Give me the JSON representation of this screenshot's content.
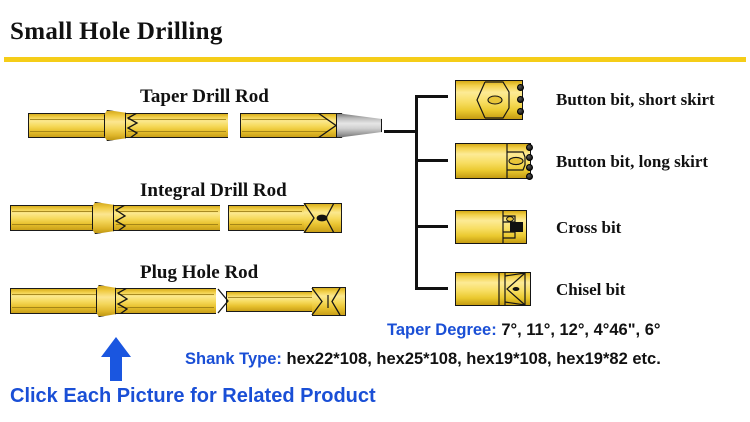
{
  "header": {
    "title": "Small Hole Drilling",
    "rule_color": "#f5cd18"
  },
  "rods": [
    {
      "id": "taper-drill-rod",
      "label": "Taper Drill Rod"
    },
    {
      "id": "integral-drill-rod",
      "label": "Integral Drill Rod"
    },
    {
      "id": "plug-hole-rod",
      "label": "Plug Hole Rod"
    }
  ],
  "bits": [
    {
      "id": "button-bit-short-skirt",
      "label": "Button bit, short skirt"
    },
    {
      "id": "button-bit-long-skirt",
      "label": "Button bit, long skirt"
    },
    {
      "id": "cross-bit",
      "label": "Cross bit"
    },
    {
      "id": "chisel-bit",
      "label": "Chisel bit"
    }
  ],
  "specs": [
    {
      "id": "taper-degree",
      "key": "Taper Degree:",
      "value": "7°, 11°, 12°,  4°46\", 6°"
    },
    {
      "id": "shank-type",
      "key": "Shank Type:",
      "value": "hex22*108, hex25*108, hex19*108, hex19*82 etc."
    }
  ],
  "cta": {
    "text": "Click Each Picture for Related Product",
    "color": "#1a4fd6"
  },
  "colors": {
    "gold": "#f3d14b",
    "gold_light": "#fdeb96",
    "gold_dark": "#c59c12",
    "steel_gray": "#b9b9b9",
    "outline": "#151515",
    "blue": "#1a4fd6",
    "yellow_rule": "#f5cd18"
  }
}
